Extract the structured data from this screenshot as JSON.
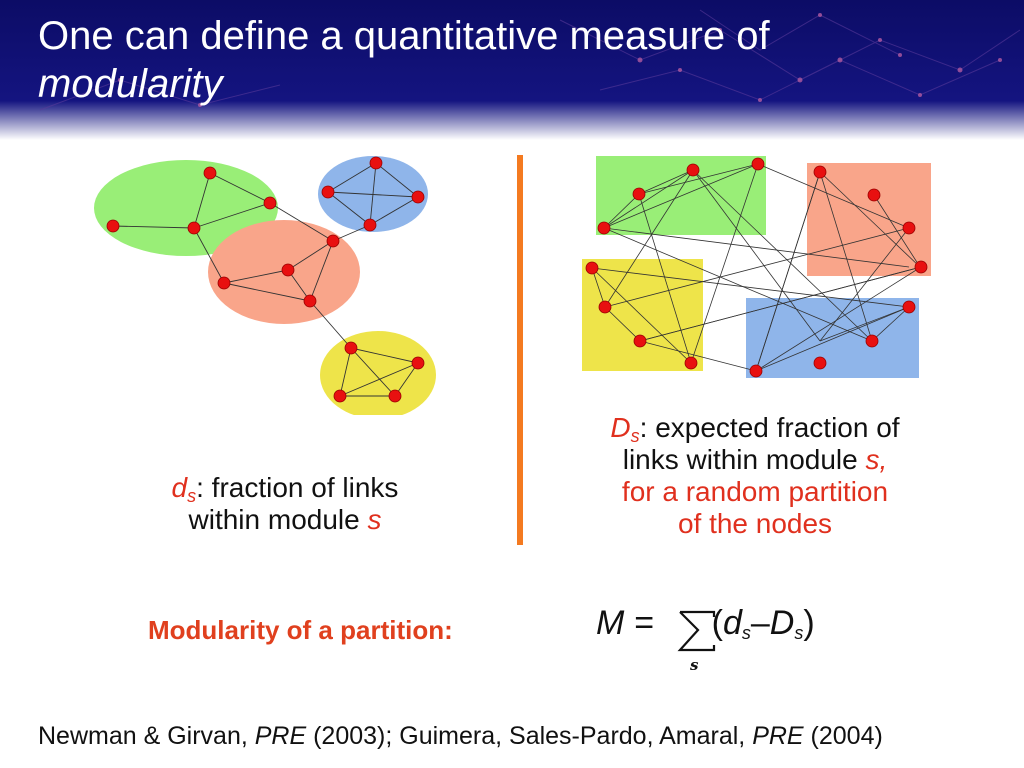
{
  "title": {
    "line1": "One can define a quantitative measure of",
    "line2": "modularity"
  },
  "left_caption": {
    "var": "d",
    "sub": "s",
    "text1": ": fraction of links",
    "text2": "within module ",
    "s": "s"
  },
  "right_caption": {
    "var": "D",
    "sub": "s",
    "text1": ": expected fraction of",
    "text2": "links within module ",
    "s": "s,",
    "text3": "for a random partition",
    "text4": "of the nodes"
  },
  "modularity_label": "Modularity of a partition:",
  "formula": {
    "lhs": "M =",
    "open": "(",
    "d": "d",
    "ds": "s",
    "minus": " – ",
    "D": "D",
    "Ds": "s",
    "close": ")",
    "sum_index": "s"
  },
  "citation": {
    "part1": "Newman & Girvan, ",
    "journal1": "PRE",
    "part2": " (2003); Guimera, Sales-Pardo, Amaral, ",
    "journal2": "PRE",
    "part3": " (2004)"
  },
  "colors": {
    "header": "#101070",
    "green": "#99ee77",
    "salmon": "#f9a58a",
    "blue": "#8fb5ea",
    "yellow": "#eee44a",
    "node": "#e81010",
    "accent": "#f47a20",
    "red_text": "#e0301e"
  }
}
